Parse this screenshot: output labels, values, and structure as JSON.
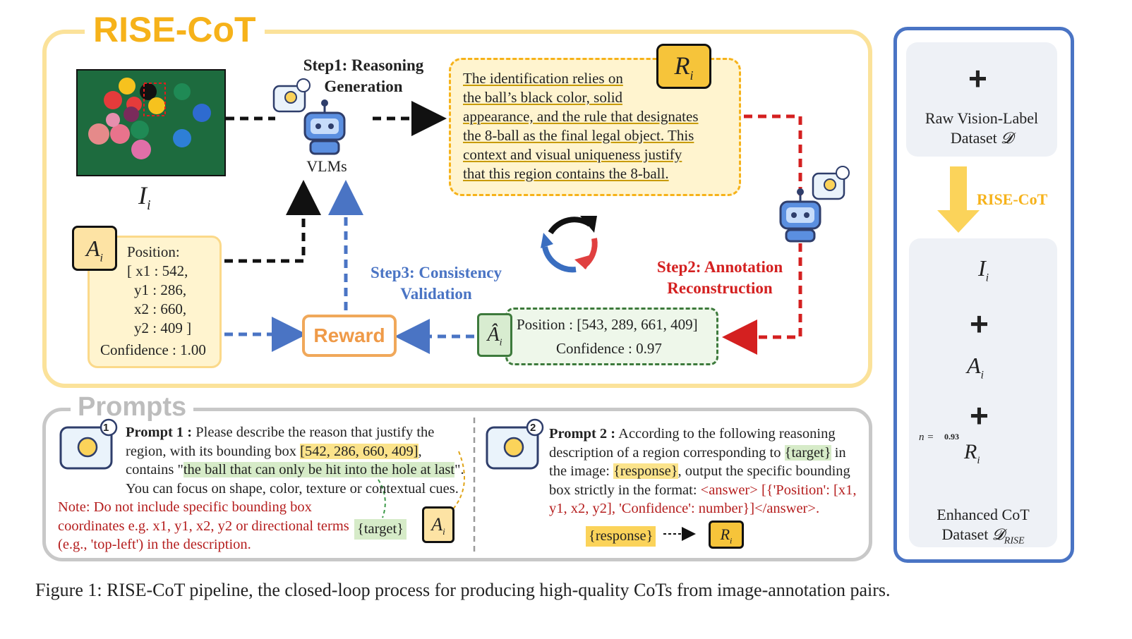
{
  "title": "RISE-CoT",
  "image_label": "I",
  "image_label_sub": "i",
  "vlms_label": "VLMs",
  "step1": {
    "line1": "Step1: Reasoning",
    "line2": "Generation"
  },
  "reasoning_badge": "R",
  "reasoning_badge_sub": "i",
  "reasoning_lines": [
    "The identification relies on",
    "the ball’s black color, solid",
    "appearance, and the rule that designates",
    "the 8-ball as the final legal object. This",
    "context and visual uniqueness justify",
    "that this region contains the 8-ball."
  ],
  "annotation": {
    "badge": "A",
    "badge_sub": "i",
    "lines": [
      "Position:",
      "[ x1 : 542,",
      "y1 : 286,",
      "x2 : 660,",
      "y2 : 409 ]",
      "Confidence : 1.00"
    ]
  },
  "step2": {
    "line1": "Step2: Annotation",
    "line2": "Reconstruction"
  },
  "step3": {
    "line1": "Step3: Consistency",
    "line2": "Validation"
  },
  "reward_label": "Reward",
  "reconstructed": {
    "badge": "Â",
    "badge_sub": "i",
    "position": "Position : [543, 289, 661, 409]",
    "confidence": "Confidence : 0.97"
  },
  "prompts_title": "Prompts",
  "prompt1": {
    "label": "Prompt 1 :",
    "text_a": "Please describe the reason that justify the region, with its bounding box",
    "bbox": "[542, 286, 660, 409]",
    "text_b": ", contains \"",
    "target": "the ball that can only be hit into the hole at last",
    "text_c": "\". You can focus on shape, color, texture or contextual cues.",
    "note": "Note: Do not include specific bounding box coordinates e.g. x1, y1, x2, y2 or directional terms (e.g., 'top-left') in the description.",
    "target_tag": "{target}"
  },
  "prompt2": {
    "label": "Prompt 2 :",
    "text_a": "According to the following reasoning description of a region corresponding to",
    "target": "{target}",
    "text_b": "in the image:",
    "response": "{response}",
    "text_c": ", output the specific bounding box strictly in the format:",
    "format": "<answer> [{'Position': [x1, y1, x2, y2], 'Confidence': number}]</answer>.",
    "response_tag": "{response}"
  },
  "right": {
    "raw_line1": "Raw Vision-Label",
    "raw_line2": "Dataset",
    "raw_symbol": "𝓓",
    "arrow_label": "RISE-CoT",
    "plus": "+",
    "n_label": "n =",
    "n_value": "0.93",
    "enh_line1": "Enhanced CoT",
    "enh_line2": "Dataset",
    "enh_symbol": "𝓓",
    "enh_sub": "RISE"
  },
  "step_numbers": [
    "1",
    "2"
  ],
  "caption": "Figure 1: RISE-CoT pipeline, the closed-loop process for producing high-quality CoTs from image-annotation pairs.",
  "colors": {
    "yellow": "#f6b21a",
    "blue": "#4a74c4",
    "red": "#d42020",
    "green": "#3d7a3c"
  }
}
